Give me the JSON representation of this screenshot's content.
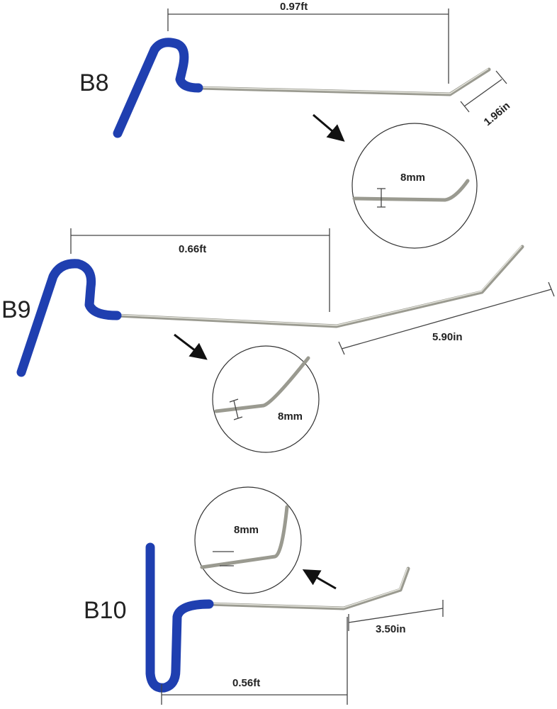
{
  "tools": [
    {
      "model": "B8",
      "length": "0.97ft",
      "tip_length": "1.96in",
      "diameter": "8mm"
    },
    {
      "model": "B9",
      "length": "0.66ft",
      "tip_length": "5.90in",
      "diameter": "8mm"
    },
    {
      "model": "B10",
      "length": "0.56ft",
      "tip_length": "3.50in",
      "diameter": "8mm"
    }
  ],
  "colors": {
    "handle": "#1f3fb0",
    "rod": "#9a9a90"
  }
}
